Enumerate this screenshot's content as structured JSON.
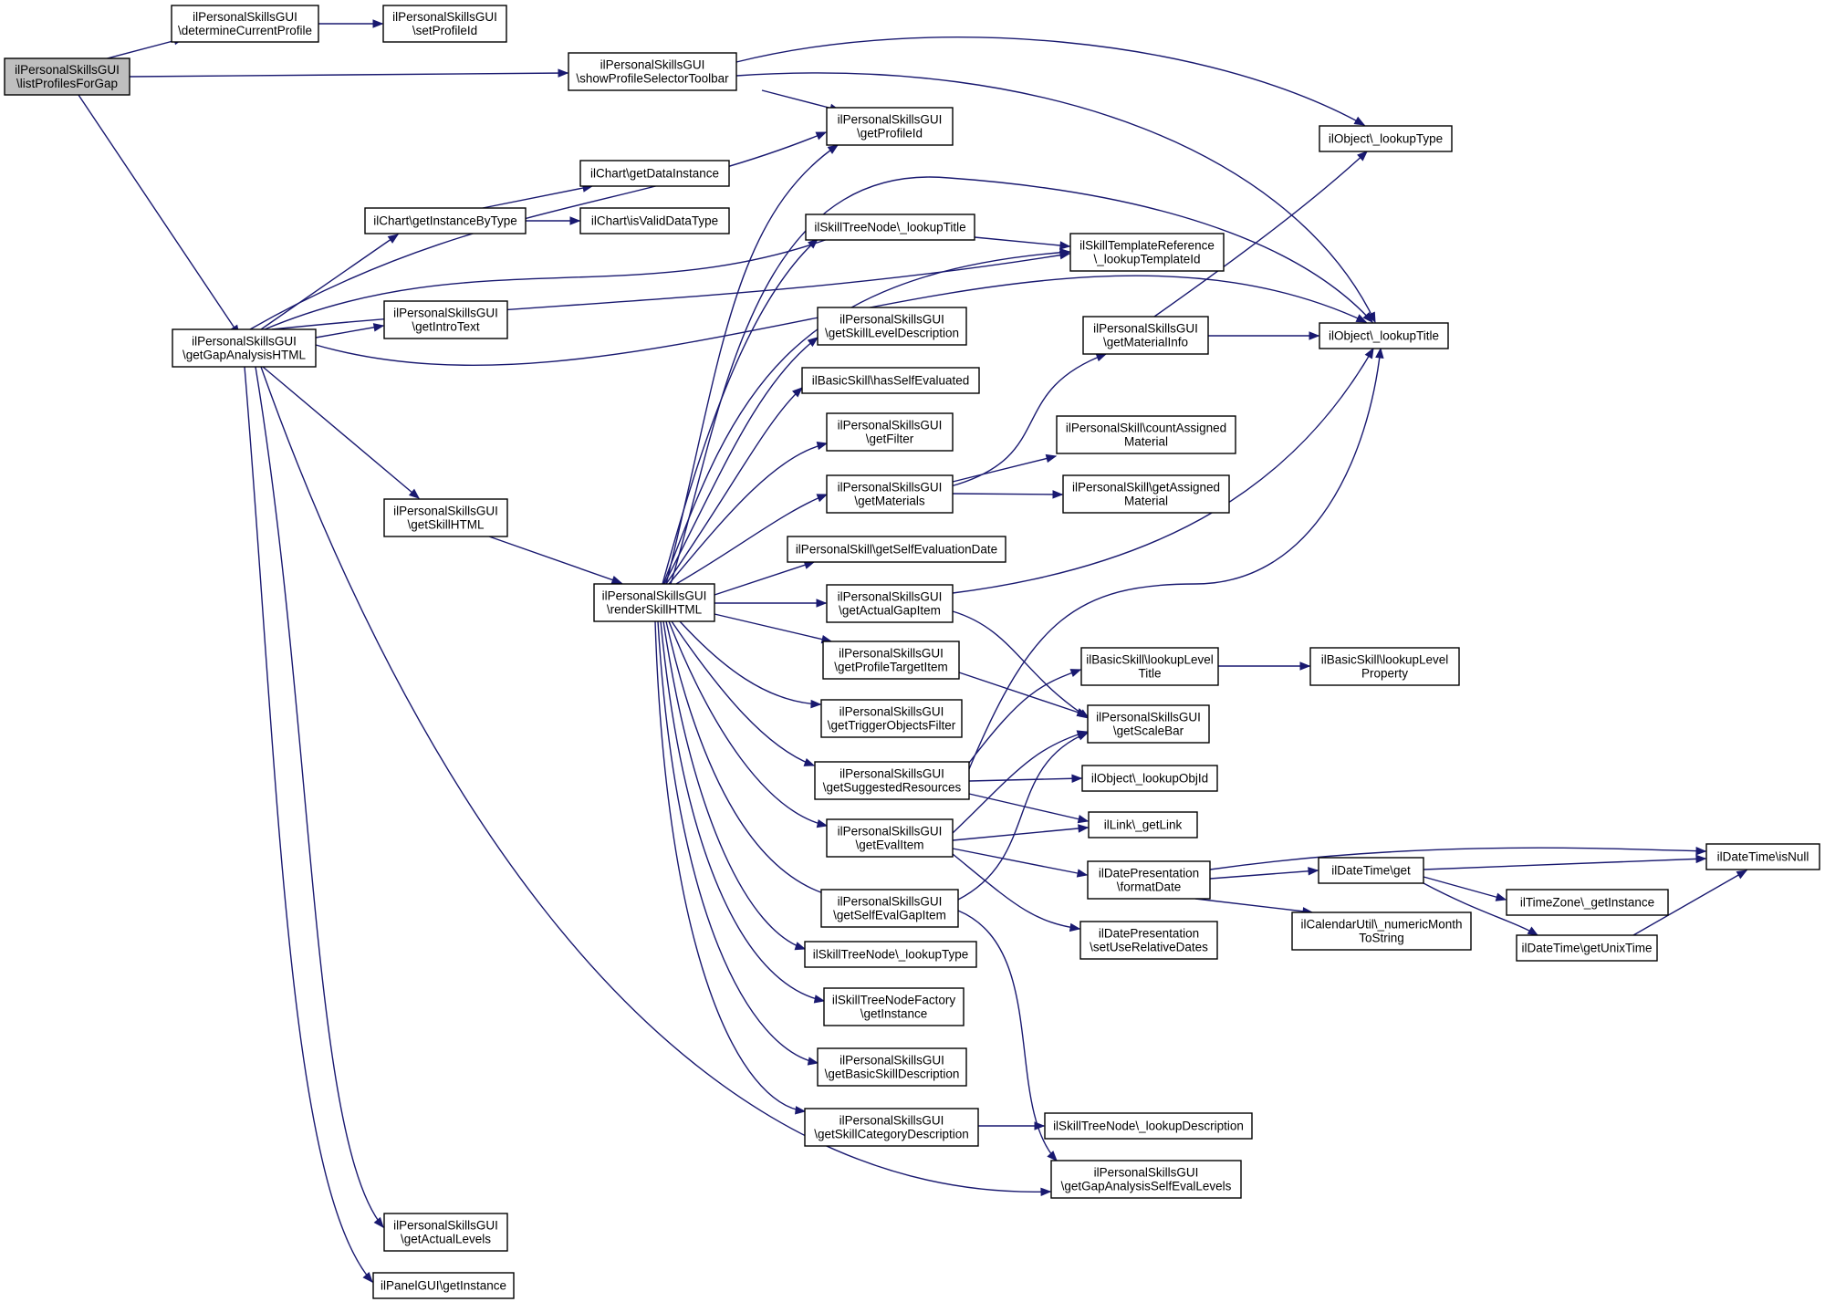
{
  "colors": {
    "edge": "#191970",
    "node_fill": "#ffffff",
    "root_fill": "#bfbfbf",
    "border": "#000000"
  },
  "nodes": {
    "root": [
      "ilPersonalSkillsGUI",
      "\\listProfilesForGap"
    ],
    "determineCurrentProfile": [
      "ilPersonalSkillsGUI",
      "\\determineCurrentProfile"
    ],
    "setProfileId": [
      "ilPersonalSkillsGUI",
      "\\setProfileId"
    ],
    "showProfileSelectorToolbar": [
      "ilPersonalSkillsGUI",
      "\\showProfileSelectorToolbar"
    ],
    "getProfileId": [
      "ilPersonalSkillsGUI",
      "\\getProfileId"
    ],
    "lookupType": [
      "ilObject\\_lookupType"
    ],
    "getDataInstance": [
      "ilChart\\getDataInstance"
    ],
    "getInstanceByType": [
      "ilChart\\getInstanceByType"
    ],
    "isValidDataType": [
      "ilChart\\isValidDataType"
    ],
    "skillTreeNodeLookupTitle": [
      "ilSkillTreeNode\\_lookupTitle"
    ],
    "lookupTemplateId": [
      "ilSkillTemplateReference",
      "\\_lookupTemplateId"
    ],
    "getIntroText": [
      "ilPersonalSkillsGUI",
      "\\getIntroText"
    ],
    "getGapAnalysisHTML": [
      "ilPersonalSkillsGUI",
      "\\getGapAnalysisHTML"
    ],
    "getSkillLevelDescription": [
      "ilPersonalSkillsGUI",
      "\\getSkillLevelDescription"
    ],
    "getMaterialInfo": [
      "ilPersonalSkillsGUI",
      "\\getMaterialInfo"
    ],
    "objectLookupTitle": [
      "ilObject\\_lookupTitle"
    ],
    "hasSelfEvaluated": [
      "ilBasicSkill\\hasSelfEvaluated"
    ],
    "getFilter": [
      "ilPersonalSkillsGUI",
      "\\getFilter"
    ],
    "countAssignedMaterial": [
      "ilPersonalSkill\\countAssigned",
      "Material"
    ],
    "getMaterials": [
      "ilPersonalSkillsGUI",
      "\\getMaterials"
    ],
    "getAssignedMaterial": [
      "ilPersonalSkill\\getAssigned",
      "Material"
    ],
    "getSkillHTML": [
      "ilPersonalSkillsGUI",
      "\\getSkillHTML"
    ],
    "getSelfEvaluationDate": [
      "ilPersonalSkill\\getSelfEvaluationDate"
    ],
    "renderSkillHTML": [
      "ilPersonalSkillsGUI",
      "\\renderSkillHTML"
    ],
    "getActualGapItem": [
      "ilPersonalSkillsGUI",
      "\\getActualGapItem"
    ],
    "getProfileTargetItem": [
      "ilPersonalSkillsGUI",
      "\\getProfileTargetItem"
    ],
    "lookupLevelTitle": [
      "ilBasicSkill\\lookupLevel",
      "Title"
    ],
    "lookupLevelProperty": [
      "ilBasicSkill\\lookupLevel",
      "Property"
    ],
    "getTriggerObjectsFilter": [
      "ilPersonalSkillsGUI",
      "\\getTriggerObjectsFilter"
    ],
    "getScaleBar": [
      "ilPersonalSkillsGUI",
      "\\getScaleBar"
    ],
    "getSuggestedResources": [
      "ilPersonalSkillsGUI",
      "\\getSuggestedResources"
    ],
    "lookupObjId": [
      "ilObject\\_lookupObjId"
    ],
    "getLink": [
      "ilLink\\_getLink"
    ],
    "getEvalItem": [
      "ilPersonalSkillsGUI",
      "\\getEvalItem"
    ],
    "isNull": [
      "ilDateTime\\isNull"
    ],
    "formatDate": [
      "ilDatePresentation",
      "\\formatDate"
    ],
    "dateTimeGet": [
      "ilDateTime\\get"
    ],
    "timeZoneGetInstance": [
      "ilTimeZone\\_getInstance"
    ],
    "getSelfEvalGapItem": [
      "ilPersonalSkillsGUI",
      "\\getSelfEvalGapItem"
    ],
    "numericMonthToString": [
      "ilCalendarUtil\\_numericMonth",
      "ToString"
    ],
    "getUnixTime": [
      "ilDateTime\\getUnixTime"
    ],
    "setUseRelativeDates": [
      "ilDatePresentation",
      "\\setUseRelativeDates"
    ],
    "skillTreeNodeLookupType": [
      "ilSkillTreeNode\\_lookupType"
    ],
    "skillTreeNodeFactoryGetInstance": [
      "ilSkillTreeNodeFactory",
      "\\getInstance"
    ],
    "getBasicSkillDescription": [
      "ilPersonalSkillsGUI",
      "\\getBasicSkillDescription"
    ],
    "getSkillCategoryDescription": [
      "ilPersonalSkillsGUI",
      "\\getSkillCategoryDescription"
    ],
    "lookupDescription": [
      "ilSkillTreeNode\\_lookupDescription"
    ],
    "getGapAnalysisSelfEvalLevels": [
      "ilPersonalSkillsGUI",
      "\\getGapAnalysisSelfEvalLevels"
    ],
    "getActualLevels": [
      "ilPersonalSkillsGUI",
      "\\getActualLevels"
    ],
    "panelGetInstance": [
      "ilPanelGUI\\getInstance"
    ]
  }
}
